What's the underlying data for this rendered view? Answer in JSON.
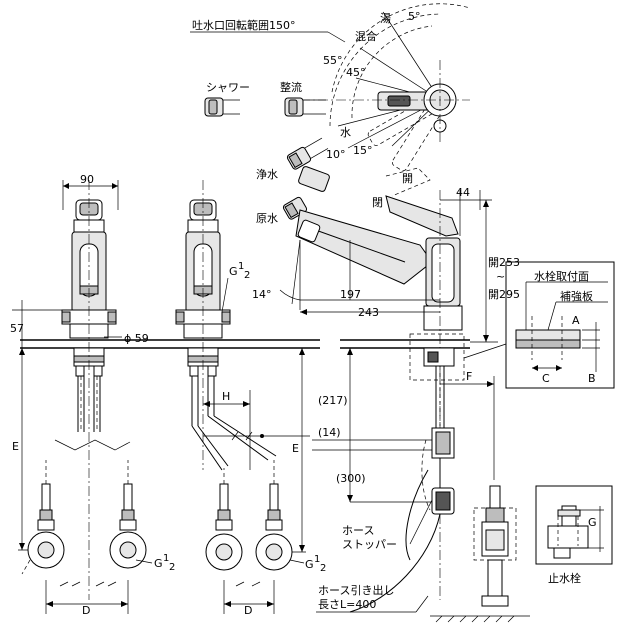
{
  "labels": {
    "spout_rotation": "吐水口回転範囲150°",
    "hot": "湯",
    "mix": "混合",
    "shower": "シャワー",
    "aerated": "整流",
    "water": "水",
    "purified": "浄水",
    "raw": "原水",
    "open": "開",
    "closed": "閉",
    "mount_surface": "水栓取付面",
    "reinforce_plate": "補強板",
    "hose_stopper_1": "ホース",
    "hose_stopper_2": "ストッパー",
    "hose_pull_1": "ホース引き出し",
    "hose_pull_2": "長さL=400",
    "stop_valve": "止水栓"
  },
  "angles": {
    "a5": "5°",
    "a55": "55°",
    "a45": "45°",
    "a10": "10°",
    "a15": "15°",
    "a14": "14°"
  },
  "dimensions": {
    "w90": "90",
    "d57": "57",
    "phi59": "ϕ 59",
    "d44": "44",
    "open253": "開253",
    "open295": "開295",
    "tilde": "~",
    "d197": "197",
    "d243": "243",
    "d217": "(217)",
    "d14": "(14)",
    "d300": "(300)",
    "A": "A",
    "B": "B",
    "C": "C",
    "E1": "E",
    "E2": "E",
    "F": "F",
    "G": "G",
    "H": "H",
    "D1": "D",
    "D2": "D"
  },
  "threads": {
    "g": "G",
    "half": "1",
    "half_den": "2"
  }
}
